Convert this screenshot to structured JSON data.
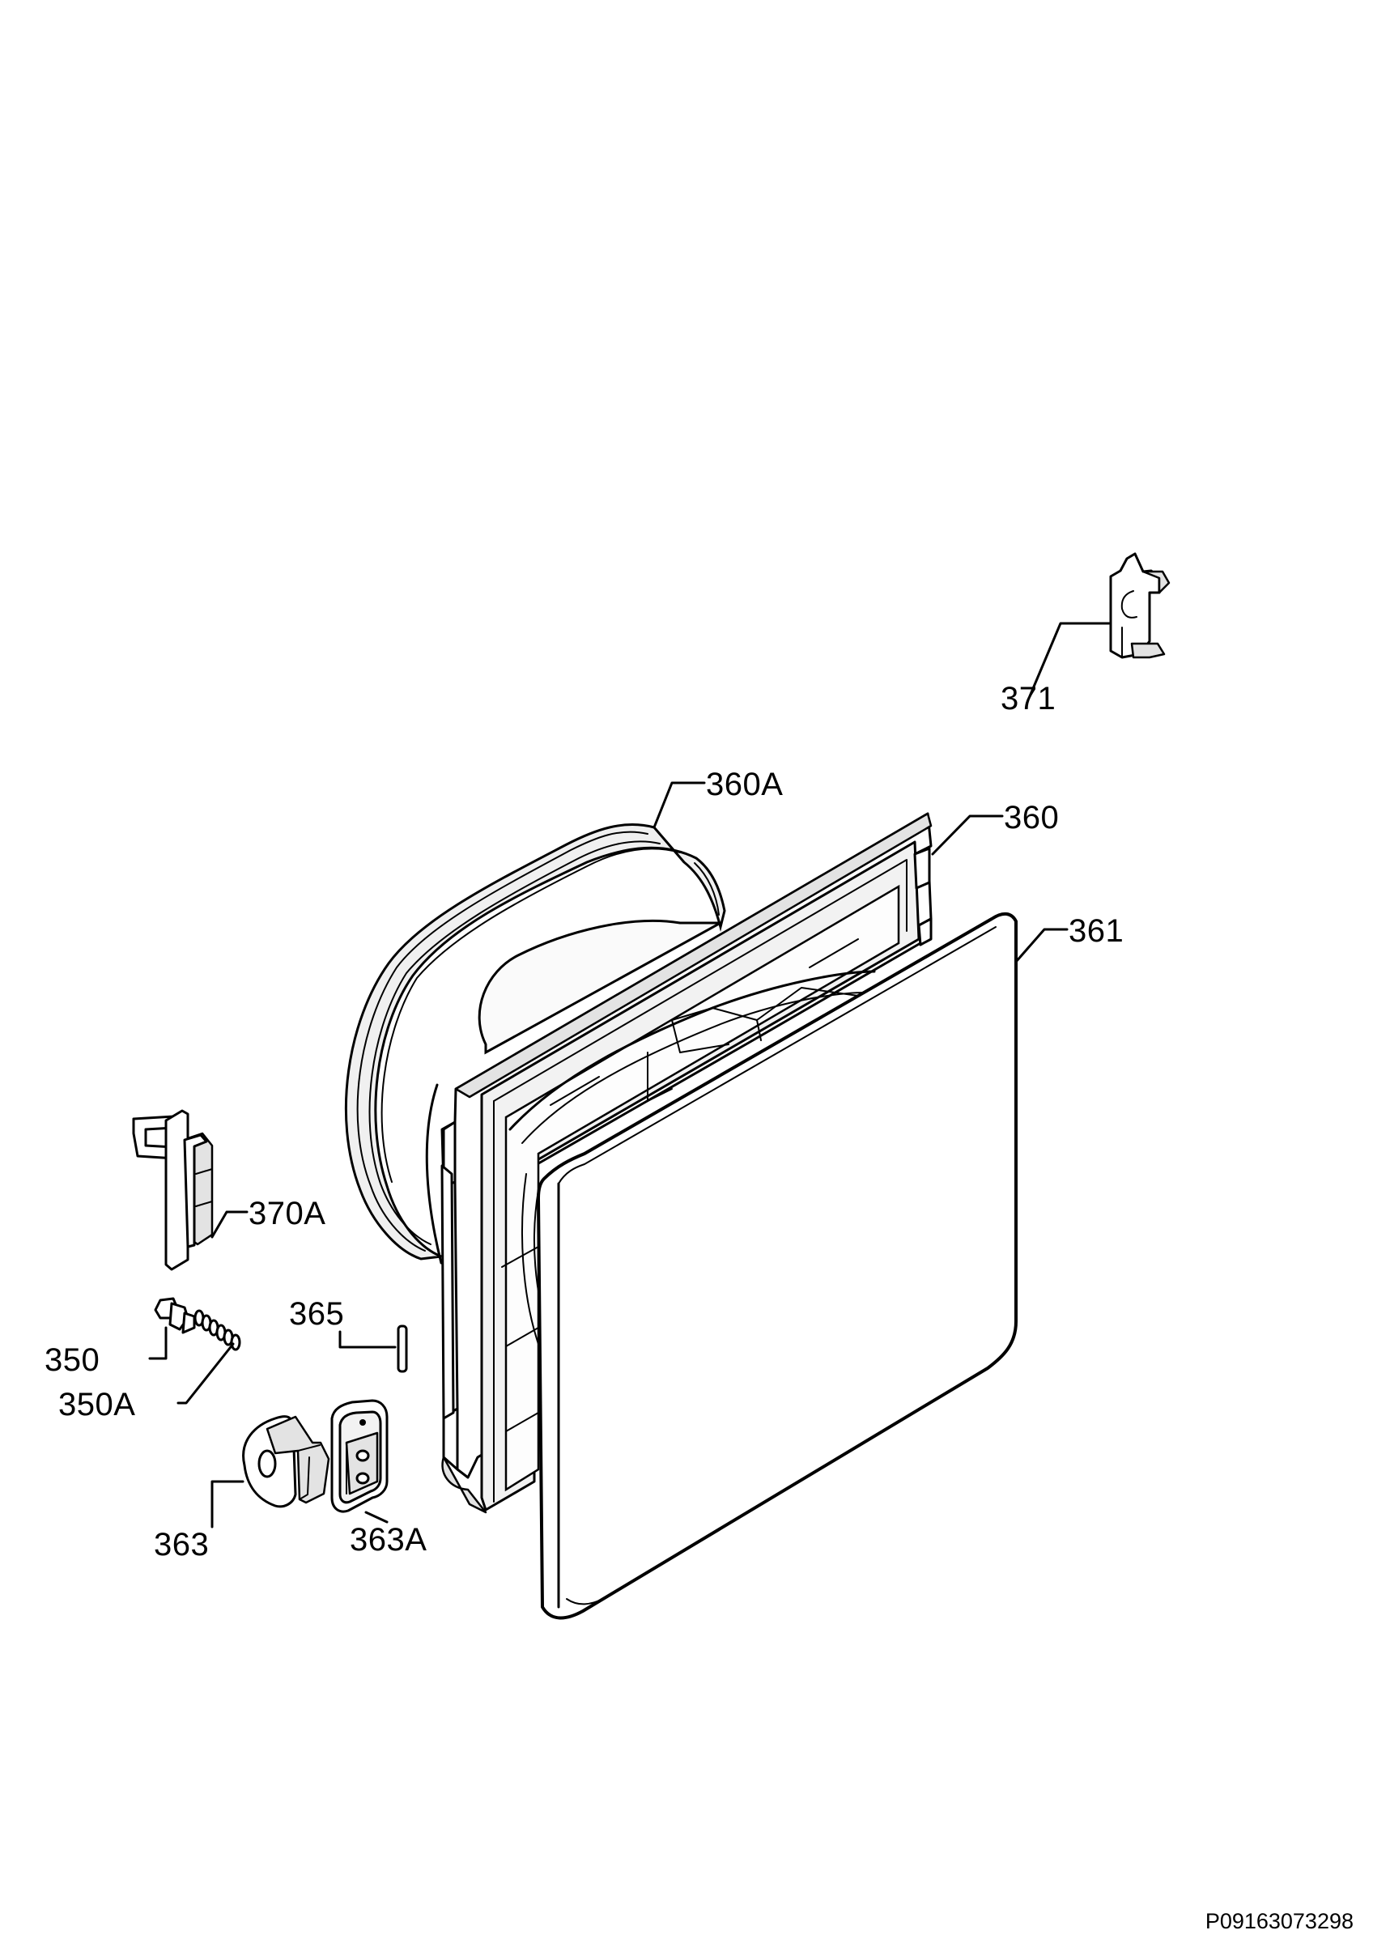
{
  "diagram": {
    "reference_code": "P09163073298",
    "parts": [
      {
        "id": "p371",
        "label": "371",
        "name": "door-catch-bracket"
      },
      {
        "id": "p360A",
        "label": "360A",
        "name": "door-seal-gasket"
      },
      {
        "id": "p360",
        "label": "360",
        "name": "inner-door-frame"
      },
      {
        "id": "p361",
        "label": "361",
        "name": "outer-door-panel"
      },
      {
        "id": "p370A",
        "label": "370A",
        "name": "door-latch"
      },
      {
        "id": "p365",
        "label": "365",
        "name": "hinge-pin"
      },
      {
        "id": "p350",
        "label": "350",
        "name": "screw"
      },
      {
        "id": "p350A",
        "label": "350A",
        "name": "spring"
      },
      {
        "id": "p363",
        "label": "363",
        "name": "hinge-cam"
      },
      {
        "id": "p363A",
        "label": "363A",
        "name": "hinge-bracket"
      }
    ]
  }
}
